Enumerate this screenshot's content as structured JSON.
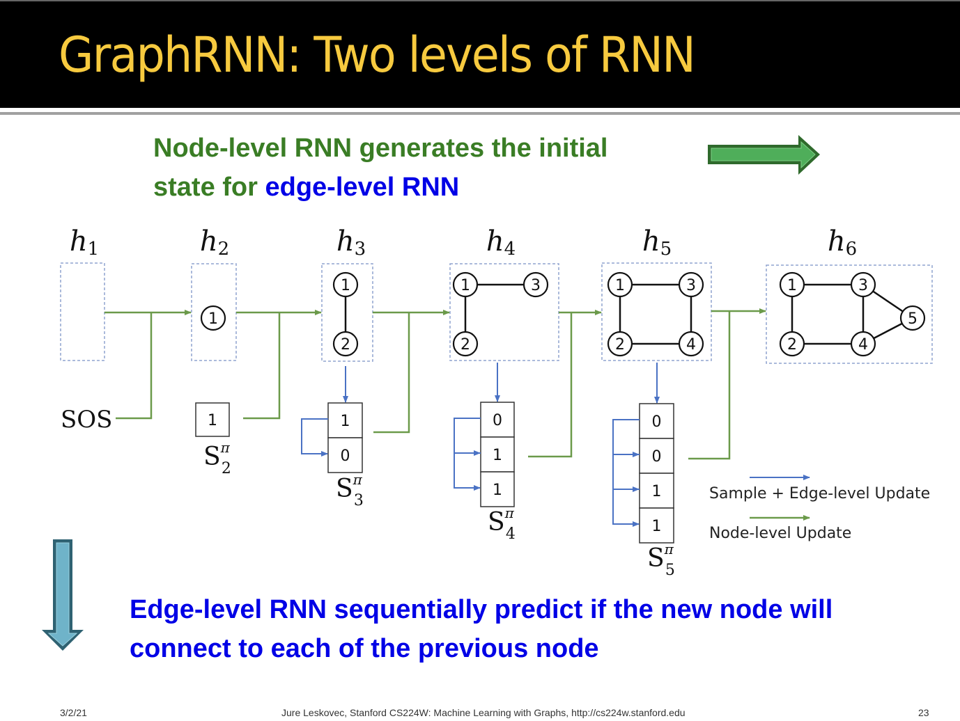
{
  "slide": {
    "title": "GraphRNN: Two levels of RNN",
    "top_text": {
      "line1": "Node-level RNN generates the initial",
      "line2_prefix": "state for ",
      "line2_highlight": "edge-level RNN"
    },
    "bottom_text": {
      "line1": "Edge-level RNN sequentially predict if the new node will",
      "line2": "connect to each of the previous node"
    },
    "colors": {
      "title": "#f7ca3f",
      "node_level_green": "#3a7d25",
      "edge_level_blue": "#0000e6",
      "node_update_arrow": "#6b9a4a",
      "edge_update_arrow": "#4a72c4",
      "right_arrow_fill": "#4fae5a",
      "down_arrow_fill": "#6fb3c9"
    },
    "icons": {
      "right_arrow": "right-block-arrow-icon",
      "down_arrow": "down-block-arrow-icon"
    },
    "footer": {
      "date": "3/2/21",
      "credit": "Jure Leskovec, Stanford CS224W: Machine Learning with Graphs, http://cs224w.stanford.edu",
      "page": "23"
    }
  },
  "diagram": {
    "hidden_states": [
      {
        "label": "h",
        "sub": "1",
        "nodes": [],
        "edges": []
      },
      {
        "label": "h",
        "sub": "2",
        "nodes": [
          "1"
        ],
        "edges": []
      },
      {
        "label": "h",
        "sub": "3",
        "nodes": [
          "1",
          "2"
        ],
        "edges": [
          [
            "1",
            "2"
          ]
        ]
      },
      {
        "label": "h",
        "sub": "4",
        "nodes": [
          "1",
          "2",
          "3"
        ],
        "edges": [
          [
            "1",
            "3"
          ],
          [
            "1",
            "2"
          ]
        ]
      },
      {
        "label": "h",
        "sub": "5",
        "nodes": [
          "1",
          "2",
          "3",
          "4"
        ],
        "edges": [
          [
            "1",
            "3"
          ],
          [
            "1",
            "2"
          ],
          [
            "2",
            "4"
          ],
          [
            "3",
            "4"
          ]
        ]
      },
      {
        "label": "h",
        "sub": "6",
        "nodes": [
          "1",
          "2",
          "3",
          "4",
          "5"
        ],
        "edges": [
          [
            "1",
            "3"
          ],
          [
            "1",
            "2"
          ],
          [
            "2",
            "4"
          ],
          [
            "3",
            "4"
          ],
          [
            "3",
            "5"
          ],
          [
            "4",
            "5"
          ]
        ]
      }
    ],
    "sos_label": "SOS",
    "sequences": [
      {
        "label": "S",
        "sup": "π",
        "sub": "2",
        "cells": [
          "1"
        ]
      },
      {
        "label": "S",
        "sup": "π",
        "sub": "3",
        "cells": [
          "1",
          "0"
        ]
      },
      {
        "label": "S",
        "sup": "π",
        "sub": "4",
        "cells": [
          "0",
          "1",
          "1"
        ]
      },
      {
        "label": "S",
        "sup": "π",
        "sub": "5",
        "cells": [
          "0",
          "0",
          "1",
          "1"
        ]
      }
    ],
    "legend": [
      {
        "label": "Sample + Edge-level Update",
        "color": "#4a72c4"
      },
      {
        "label": "Node-level Update",
        "color": "#6b9a4a"
      }
    ]
  }
}
